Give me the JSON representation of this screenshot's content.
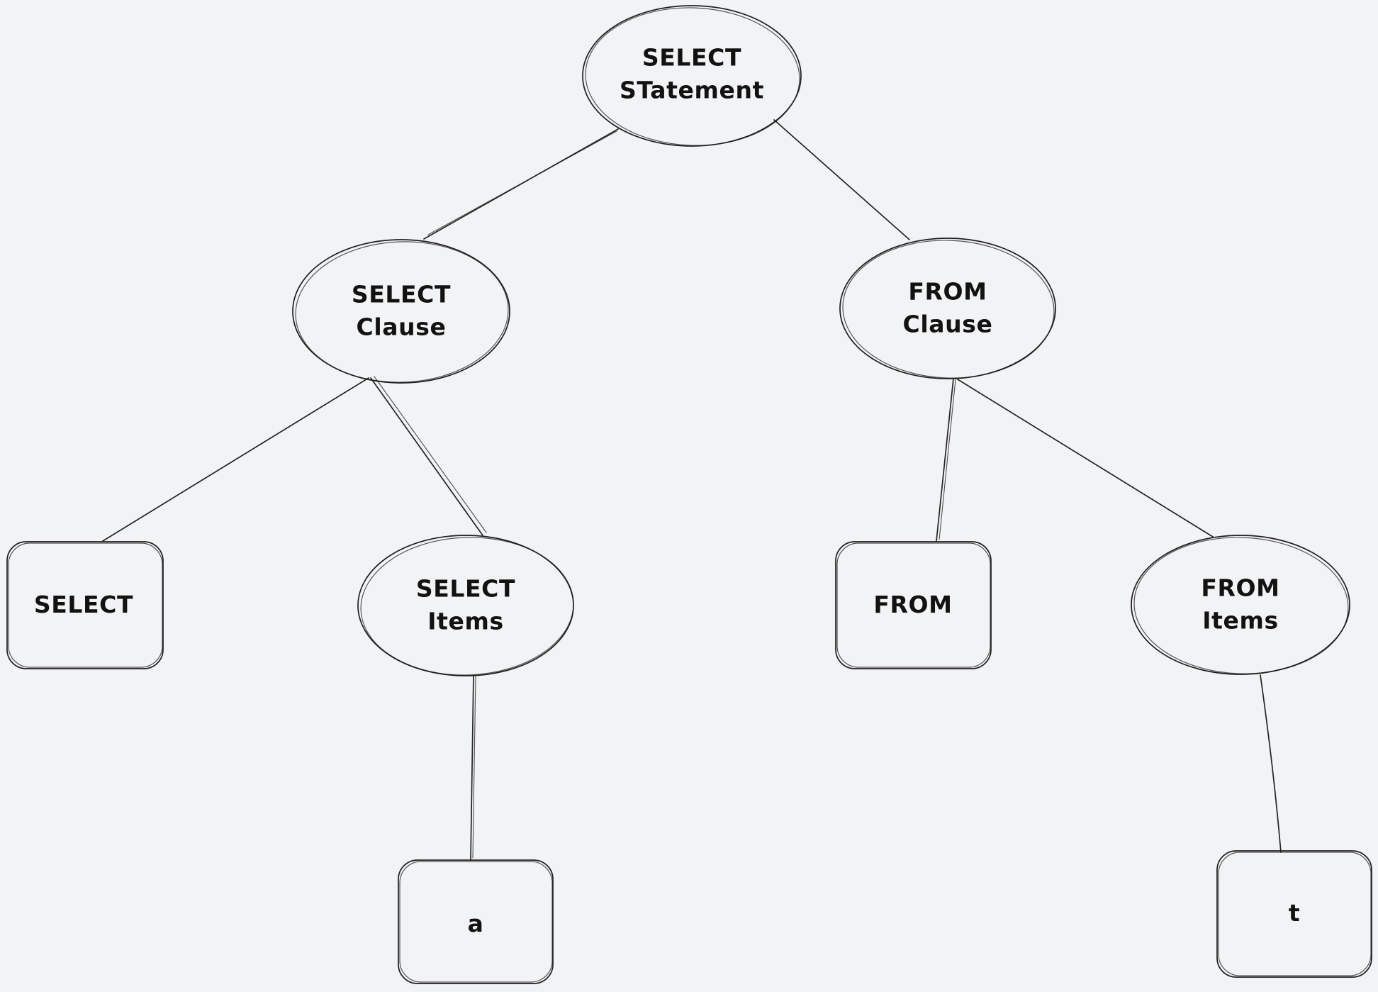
{
  "diagram": {
    "type": "tree",
    "colors": {
      "canvas_background": "#f2f3f5",
      "stroke": "#1e1e1e",
      "text": "#121212"
    },
    "nodes": {
      "select_statement": {
        "label": "SELECT\nSTatement",
        "shape": "ellipse"
      },
      "select_clause": {
        "label": "SELECT\nClause",
        "shape": "ellipse"
      },
      "from_clause": {
        "label": "FROM\nClause",
        "shape": "ellipse"
      },
      "select_keyword": {
        "label": "SELECT",
        "shape": "rectangle"
      },
      "select_items": {
        "label": "SELECT\nItems",
        "shape": "ellipse"
      },
      "from_keyword": {
        "label": "FROM",
        "shape": "rectangle"
      },
      "from_items": {
        "label": "FROM\nItems",
        "shape": "ellipse"
      },
      "item_a": {
        "label": "a",
        "shape": "rectangle"
      },
      "item_t": {
        "label": "t",
        "shape": "rectangle"
      }
    },
    "edges": [
      {
        "from": "select_statement",
        "to": "select_clause"
      },
      {
        "from": "select_statement",
        "to": "from_clause"
      },
      {
        "from": "select_clause",
        "to": "select_keyword"
      },
      {
        "from": "select_clause",
        "to": "select_items"
      },
      {
        "from": "from_clause",
        "to": "from_keyword"
      },
      {
        "from": "from_clause",
        "to": "from_items"
      },
      {
        "from": "select_items",
        "to": "item_a"
      },
      {
        "from": "from_items",
        "to": "item_t"
      }
    ]
  }
}
